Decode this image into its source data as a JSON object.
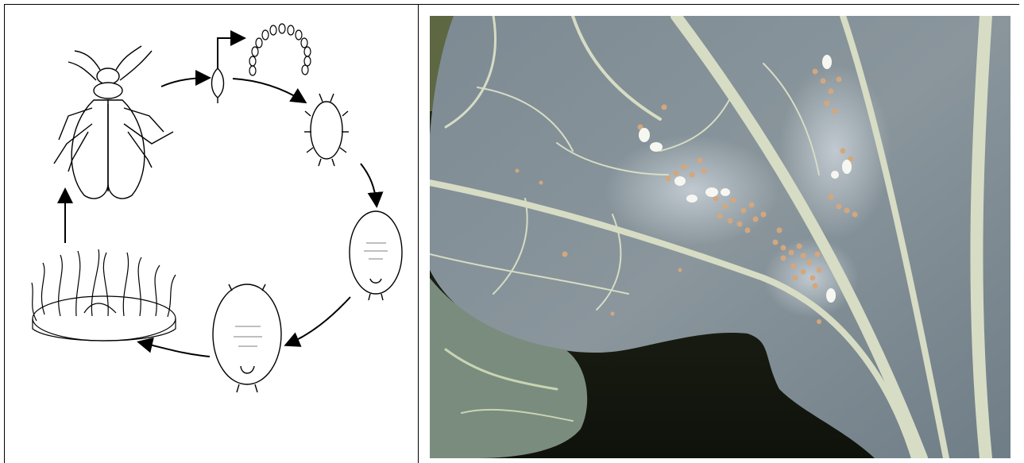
{
  "figure": {
    "left_panel": {
      "kind": "illustration",
      "subject": "whitefly-life-cycle",
      "stages": [
        "adult",
        "egg",
        "egg-batch",
        "crawler",
        "nymph",
        "late-nymph",
        "pupa"
      ]
    },
    "right_panel": {
      "kind": "photograph",
      "subject": "whitefly-eggs-and-nymphs-on-leaf-underside"
    }
  },
  "colors": {
    "border": "#000000",
    "background": "#ffffff",
    "leaf": "#7f8b93",
    "leaf_vein": "#d7dcc4",
    "egg": "#d3a77e",
    "adult_white": "#f7f7f2",
    "dark_background": "#15180f"
  }
}
